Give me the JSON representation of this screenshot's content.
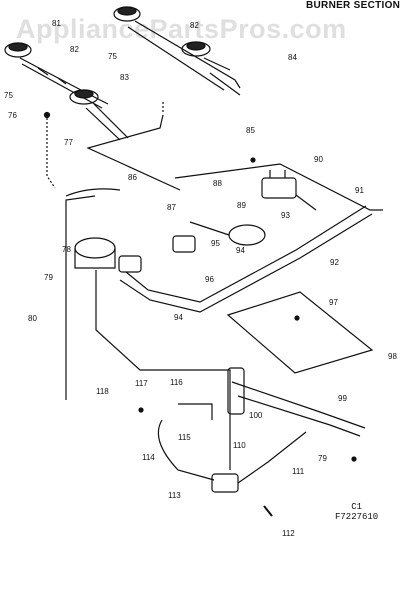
{
  "title": "BURNER SECTION",
  "watermark": "AppliancePartsPros.com",
  "diagram_code": {
    "line1": "C1",
    "line2": "F7227610"
  },
  "callouts": [
    {
      "id": "81",
      "label": "81"
    },
    {
      "id": "82",
      "label": "82"
    },
    {
      "id": "82b",
      "label": "82"
    },
    {
      "id": "75a",
      "label": "75"
    },
    {
      "id": "75b",
      "label": "75"
    },
    {
      "id": "84",
      "label": "84"
    },
    {
      "id": "83",
      "label": "83"
    },
    {
      "id": "76",
      "label": "76"
    },
    {
      "id": "77",
      "label": "77"
    },
    {
      "id": "85",
      "label": "85"
    },
    {
      "id": "90",
      "label": "90"
    },
    {
      "id": "86",
      "label": "86"
    },
    {
      "id": "88",
      "label": "88"
    },
    {
      "id": "91",
      "label": "91"
    },
    {
      "id": "87",
      "label": "87"
    },
    {
      "id": "89",
      "label": "89"
    },
    {
      "id": "93",
      "label": "93"
    },
    {
      "id": "78",
      "label": "78"
    },
    {
      "id": "95",
      "label": "95"
    },
    {
      "id": "79a",
      "label": "79"
    },
    {
      "id": "96",
      "label": "96"
    },
    {
      "id": "94a",
      "label": "94"
    },
    {
      "id": "92",
      "label": "92"
    },
    {
      "id": "97",
      "label": "97"
    },
    {
      "id": "94b",
      "label": "94"
    },
    {
      "id": "80",
      "label": "80"
    },
    {
      "id": "98",
      "label": "98"
    },
    {
      "id": "118",
      "label": "118"
    },
    {
      "id": "117",
      "label": "117"
    },
    {
      "id": "116",
      "label": "116"
    },
    {
      "id": "99",
      "label": "99"
    },
    {
      "id": "100",
      "label": "100"
    },
    {
      "id": "115",
      "label": "115"
    },
    {
      "id": "114",
      "label": "114"
    },
    {
      "id": "110",
      "label": "110"
    },
    {
      "id": "79b",
      "label": "79"
    },
    {
      "id": "111",
      "label": "111"
    },
    {
      "id": "113",
      "label": "113"
    },
    {
      "id": "112",
      "label": "112"
    }
  ]
}
